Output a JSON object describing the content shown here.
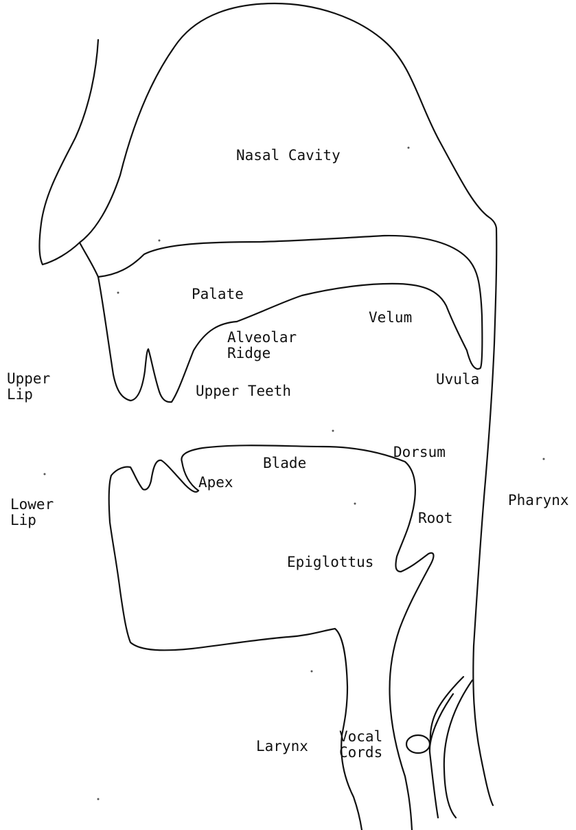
{
  "diagram": {
    "labels": {
      "nasal_cavity": "Nasal Cavity",
      "palate": "Palate",
      "velum": "Velum",
      "alveolar_ridge": "Alveolar\nRidge",
      "upper_lip": "Upper\nLip",
      "upper_teeth": "Upper Teeth",
      "uvula": "Uvula",
      "dorsum": "Dorsum",
      "blade": "Blade",
      "apex": "Apex",
      "lower_lip": "Lower\nLip",
      "pharynx": "Pharynx",
      "root": "Root",
      "epiglottus": "Epiglottus",
      "larynx": "Larynx",
      "vocal_cords": "Vocal\nCords"
    },
    "colors": {
      "line": "#111111",
      "background": "#ffffff"
    }
  }
}
